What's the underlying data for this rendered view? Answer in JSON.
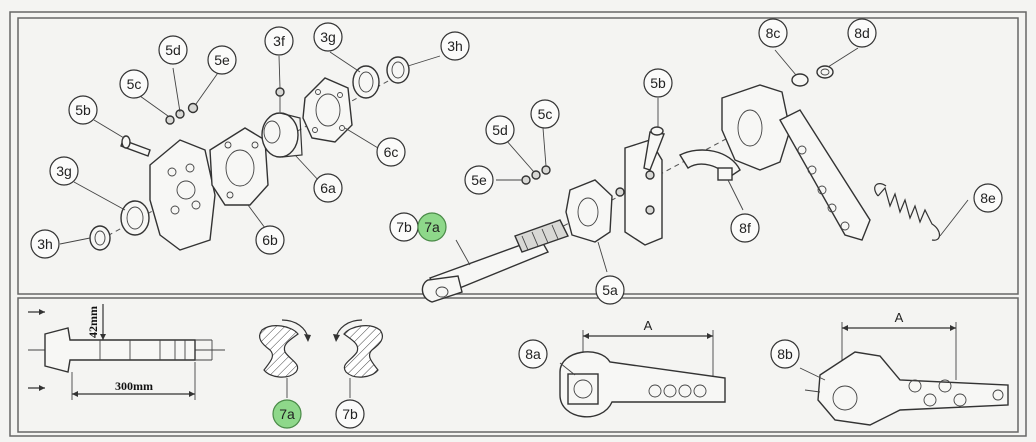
{
  "callouts": [
    {
      "id": "lbl-5d-left",
      "text": "5d"
    },
    {
      "id": "lbl-5e-left",
      "text": "5e"
    },
    {
      "id": "lbl-5c-left",
      "text": "5c"
    },
    {
      "id": "lbl-5b-left",
      "text": "5b"
    },
    {
      "id": "lbl-3g-left",
      "text": "3g"
    },
    {
      "id": "lbl-3h-left",
      "text": "3h"
    },
    {
      "id": "lbl-3f",
      "text": "3f"
    },
    {
      "id": "lbl-3g-top",
      "text": "3g"
    },
    {
      "id": "lbl-3h-top",
      "text": "3h"
    },
    {
      "id": "lbl-6c",
      "text": "6c"
    },
    {
      "id": "lbl-6a",
      "text": "6a"
    },
    {
      "id": "lbl-6b",
      "text": "6b"
    },
    {
      "id": "lbl-5b-right",
      "text": "5b"
    },
    {
      "id": "lbl-5d-right",
      "text": "5d"
    },
    {
      "id": "lbl-5c-right",
      "text": "5c"
    },
    {
      "id": "lbl-5e-right",
      "text": "5e"
    },
    {
      "id": "lbl-7b-main",
      "text": "7b"
    },
    {
      "id": "lbl-7a-main",
      "text": "7a",
      "highlight": true
    },
    {
      "id": "lbl-5a",
      "text": "5a"
    },
    {
      "id": "lbl-8f",
      "text": "8f"
    },
    {
      "id": "lbl-8c",
      "text": "8c"
    },
    {
      "id": "lbl-8d",
      "text": "8d"
    },
    {
      "id": "lbl-8e",
      "text": "8e"
    },
    {
      "id": "lbl-7a-cam",
      "text": "7a",
      "highlight": true
    },
    {
      "id": "lbl-7b-cam",
      "text": "7b"
    },
    {
      "id": "lbl-8a",
      "text": "8a"
    },
    {
      "id": "lbl-8b",
      "text": "8b"
    }
  ],
  "dimensions": {
    "shaft_diameter": "42mm",
    "shaft_length": "300mm",
    "arm_length_a": "A",
    "arm_length_b": "A"
  }
}
